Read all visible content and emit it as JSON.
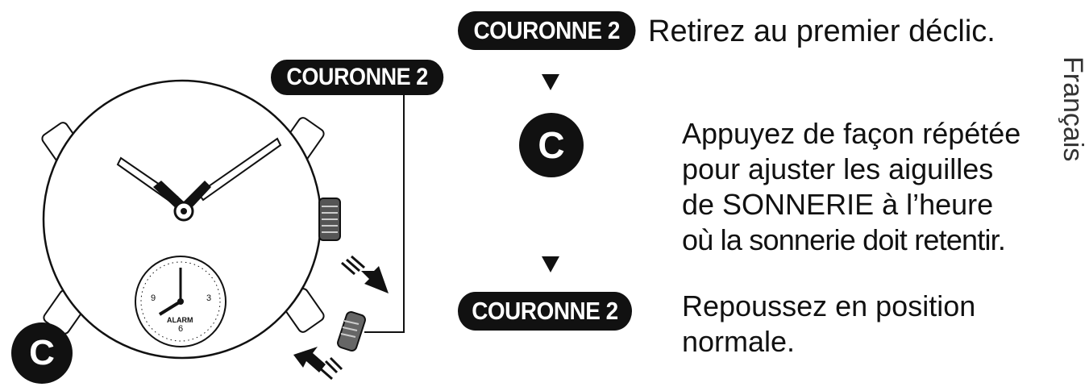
{
  "language_tab": "Français",
  "crown_label": "COURONNE 2",
  "button_label": "C",
  "steps": [
    {
      "label": "COURONNE 2",
      "text": "Retirez au premier déclic."
    },
    {
      "label": "C",
      "lines": [
        "Appuyez de façon répétée",
        "pour ajuster les aiguilles",
        "de SONNERIE à l’heure",
        "où la sonnerie doit retentir."
      ]
    },
    {
      "label": "COURONNE 2",
      "lines": [
        "Repoussez en position",
        "normale."
      ]
    }
  ],
  "subdial": {
    "numerals": [
      "9",
      "3",
      "6"
    ],
    "brand": "ALARM"
  }
}
